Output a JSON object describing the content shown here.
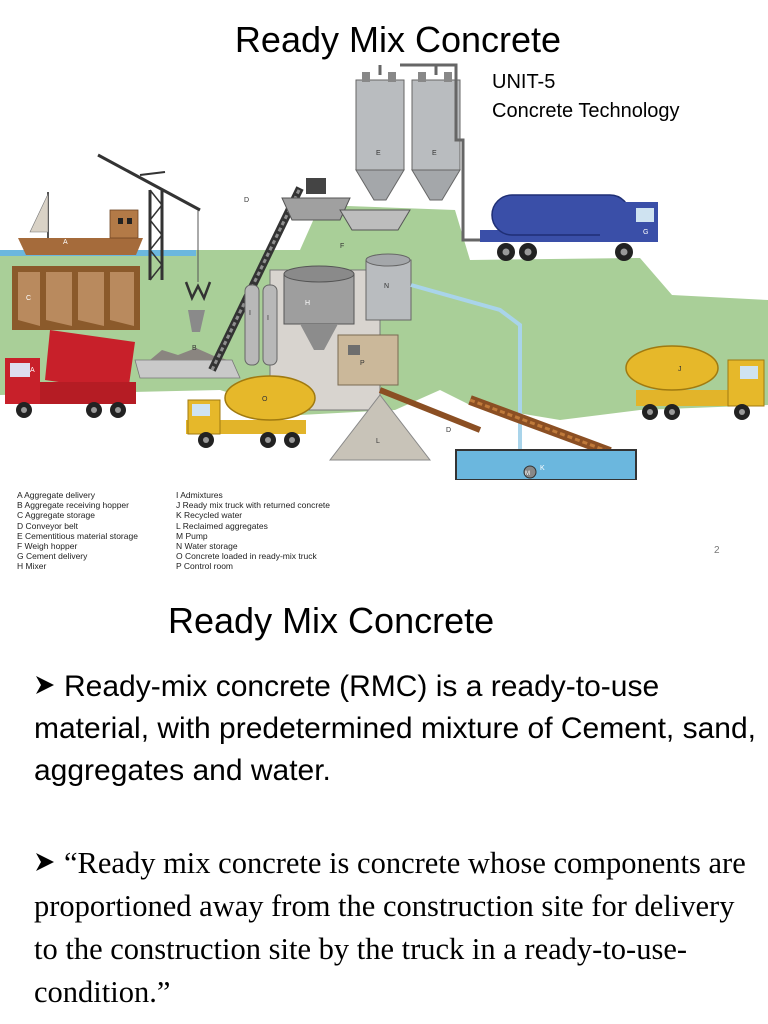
{
  "slide1": {
    "title": "Ready Mix Concrete",
    "unit": "UNIT-5",
    "subject": "Concrete Technology",
    "slide_number": "2",
    "diagram_letters": [
      "A",
      "B",
      "C",
      "D",
      "E",
      "E",
      "F",
      "G",
      "H",
      "I",
      "I",
      "J",
      "K",
      "L",
      "M",
      "N",
      "O",
      "P",
      "D",
      "A"
    ],
    "legend_left": [
      "A  Aggregate delivery",
      "B  Aggregate receiving hopper",
      "C  Aggregate storage",
      "D  Conveyor belt",
      "E  Cementitious material storage",
      "F  Weigh hopper",
      "G  Cement delivery",
      "H  Mixer"
    ],
    "legend_right": [
      "I  Admixtures",
      "J  Ready mix truck with returned concrete",
      "K  Recycled water",
      "L  Reclaimed aggregates",
      "M  Pump",
      "N  Water storage",
      "O  Concrete loaded in ready-mix truck",
      "P  Control room"
    ]
  },
  "slide2": {
    "title": "Ready Mix Concrete",
    "bullet_icon": "arrowhead-bullet-icon",
    "bullets": [
      "Ready-mix concrete (RMC) is a ready-to-use material, with predetermined mixture of Cement, sand, aggregates and water.",
      "“Ready mix concrete is concrete whose components are proportioned away from the construction site for delivery to the construction site by the truck in a ready-to-use-condition.”"
    ]
  },
  "colors": {
    "ground": "#a9cf98",
    "water": "#6bb7de",
    "truck_red": "#c8202a",
    "mixer_drum": "#e6b82a",
    "tanker_blue": "#3a4fa8",
    "steel": "#b9bcbf"
  }
}
